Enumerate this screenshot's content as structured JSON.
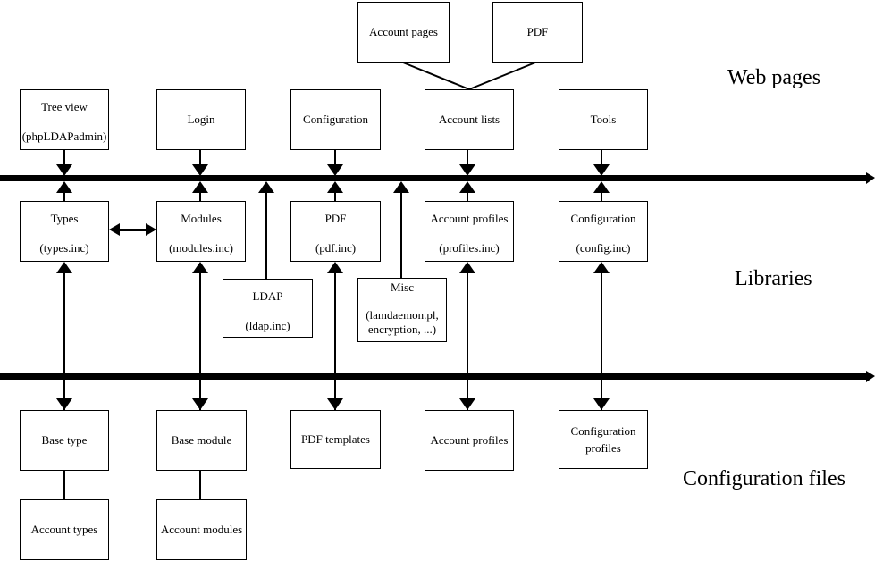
{
  "layer_labels": {
    "web_pages": "Web pages",
    "libraries": "Libraries",
    "configuration_files": "Configuration files"
  },
  "nodes": {
    "account_pages": {
      "label": "Account pages"
    },
    "pdf_page": {
      "label": "PDF"
    },
    "tree_view": {
      "line1": "Tree view",
      "line2": "(phpLDAPadmin)"
    },
    "login": {
      "label": "Login"
    },
    "configuration_page": {
      "label": "Configuration"
    },
    "account_lists": {
      "label": "Account lists"
    },
    "tools": {
      "label": "Tools"
    },
    "types": {
      "line1": "Types",
      "line2": "(types.inc)"
    },
    "modules": {
      "line1": "Modules",
      "line2": "(modules.inc)"
    },
    "pdf_lib": {
      "line1": "PDF",
      "line2": "(pdf.inc)"
    },
    "account_profiles_lib": {
      "line1": "Account profiles",
      "line2": "(profiles.inc)"
    },
    "configuration_lib": {
      "line1": "Configuration",
      "line2": "(config.inc)"
    },
    "ldap": {
      "line1": "LDAP",
      "line2": "(ldap.inc)"
    },
    "misc": {
      "line1": "Misc",
      "line2": "(lamdaemon.pl,",
      "line3": "encryption, ...)"
    },
    "base_type": {
      "label": "Base type"
    },
    "base_module": {
      "label": "Base module"
    },
    "pdf_templates": {
      "label": "PDF templates"
    },
    "account_profiles_config": {
      "label": "Account profiles"
    },
    "configuration_profiles": {
      "line1": "Configuration",
      "line2": "profiles"
    },
    "account_types": {
      "label": "Account types"
    },
    "account_modules": {
      "label": "Account modules"
    }
  }
}
